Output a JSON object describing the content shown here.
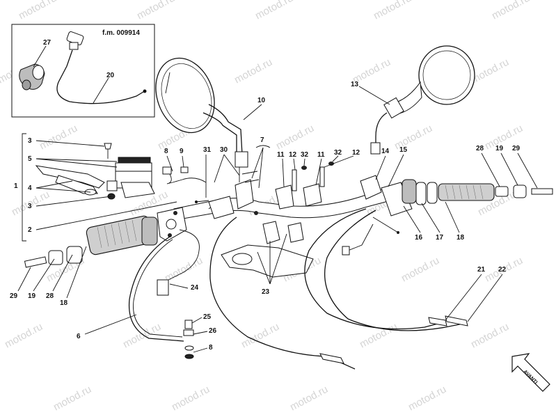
{
  "watermark": {
    "text": "motod.ru",
    "color": "#d4d4d4"
  },
  "inset": {
    "frame_label": "f.m. 009914"
  },
  "direction_arrow_label": "AVANTI",
  "part_numbers": {
    "p1": "1",
    "p2": "2",
    "p3a": "3",
    "p3b": "3",
    "p4": "4",
    "p5": "5",
    "p6": "6",
    "p7": "7",
    "p8a": "8",
    "p8b": "8",
    "p9": "9",
    "p10": "10",
    "p11a": "11",
    "p11b": "11",
    "p12a": "12",
    "p12b": "12",
    "p13": "13",
    "p14": "14",
    "p15": "15",
    "p16": "16",
    "p17": "17",
    "p18a": "18",
    "p18b": "18",
    "p19a": "19",
    "p19b": "19",
    "p20": "20",
    "p21": "21",
    "p22": "22",
    "p23": "23",
    "p24": "24",
    "p25": "25",
    "p26": "26",
    "p27": "27",
    "p28a": "28",
    "p28b": "28",
    "p29a": "29",
    "p29b": "29",
    "p30": "30",
    "p31": "31",
    "p32a": "32",
    "p32b": "32"
  }
}
